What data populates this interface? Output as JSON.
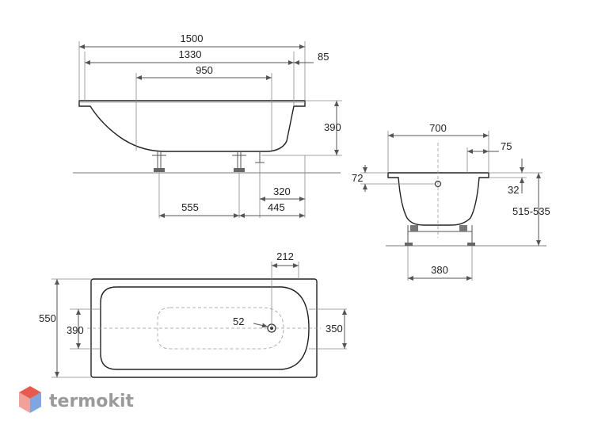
{
  "side_view": {
    "total_length": "1500",
    "inner_length": "1330",
    "rim_offset": "85",
    "bottom_length": "950",
    "height": "390",
    "leg_spacing": "555",
    "leg_to_end": "445",
    "drain_offset": "320"
  },
  "end_view": {
    "width": "700",
    "rim_width": "75",
    "overflow_height": "72",
    "rim_height": "32",
    "total_height": "515-535",
    "feet_width": "380"
  },
  "top_view": {
    "outer_width": "550",
    "inner_width": "390",
    "narrow_width": "350",
    "drain_diameter": "52",
    "drain_offset": "212"
  },
  "brand": {
    "name": "termokit",
    "colors": {
      "hex_top": "#e85a4f",
      "hex_left": "#f2a09a",
      "hex_right": "#7fa6e0"
    }
  }
}
